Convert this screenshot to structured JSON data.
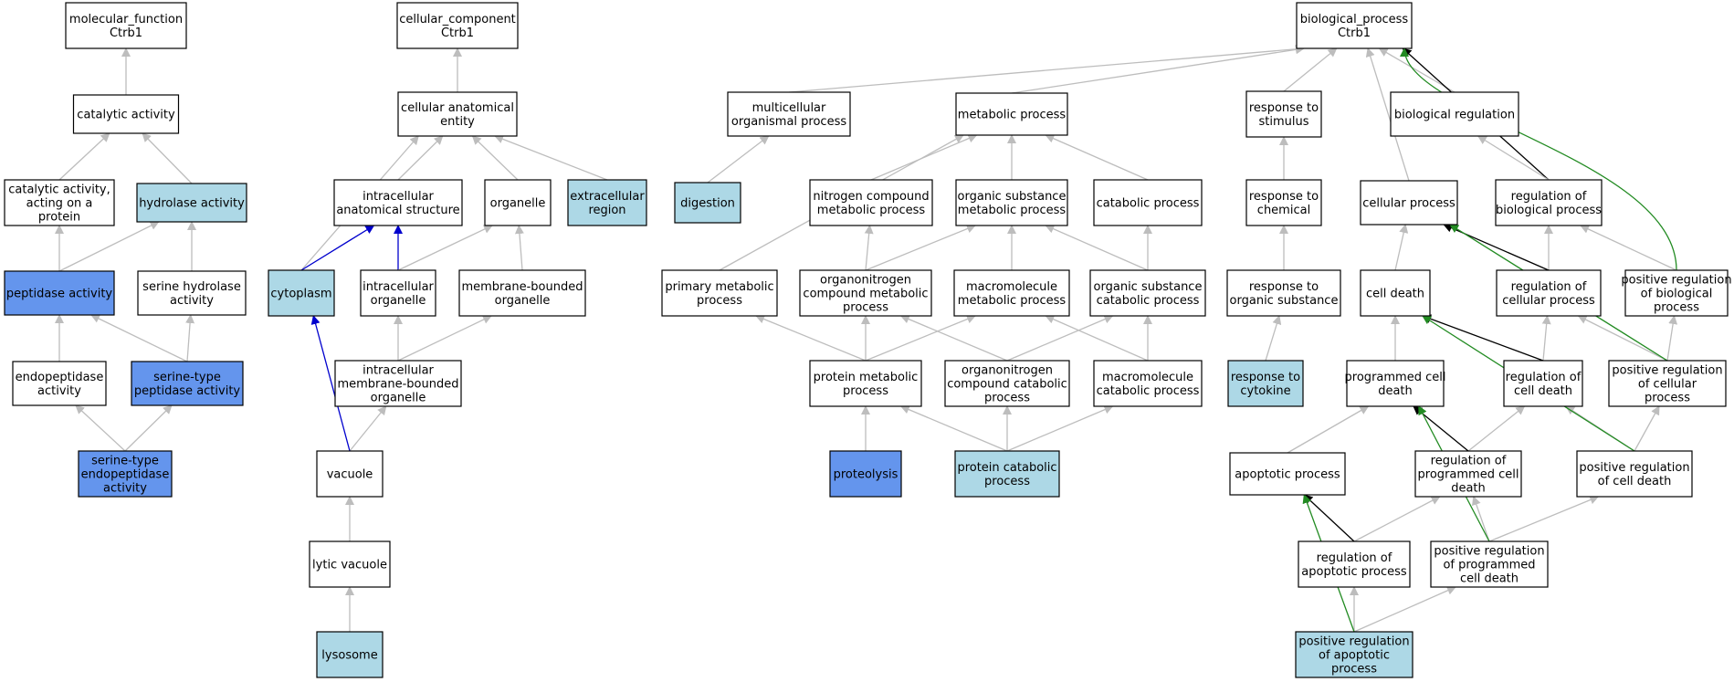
{
  "colors": {
    "default_fill": "#ffffff",
    "light_fill": "#add8e6",
    "strong_fill": "#6495ed",
    "is_a": "#bdbdbd",
    "part_of": "#0000cd",
    "regulates": "#000000",
    "positively_regulates": "#228b22"
  },
  "nodes": [
    {
      "id": "mf",
      "lines": [
        "molecular_function",
        "Ctrb1"
      ],
      "fill": "default"
    },
    {
      "id": "cat",
      "lines": [
        "catalytic activity"
      ],
      "fill": "default"
    },
    {
      "id": "catprot",
      "lines": [
        "catalytic activity,",
        "acting on a",
        "protein"
      ],
      "fill": "default"
    },
    {
      "id": "hydro",
      "lines": [
        "hydrolase activity"
      ],
      "fill": "light"
    },
    {
      "id": "pept",
      "lines": [
        "peptidase activity"
      ],
      "fill": "strong"
    },
    {
      "id": "serhyd",
      "lines": [
        "serine hydrolase",
        "activity"
      ],
      "fill": "default"
    },
    {
      "id": "endo",
      "lines": [
        "endopeptidase",
        "activity"
      ],
      "fill": "default"
    },
    {
      "id": "serpept",
      "lines": [
        "serine-type",
        "peptidase activity"
      ],
      "fill": "strong"
    },
    {
      "id": "serendo",
      "lines": [
        "serine-type",
        "endopeptidase",
        "activity"
      ],
      "fill": "strong"
    },
    {
      "id": "cc",
      "lines": [
        "cellular_component",
        "Ctrb1"
      ],
      "fill": "default"
    },
    {
      "id": "cae",
      "lines": [
        "cellular anatomical",
        "entity"
      ],
      "fill": "default"
    },
    {
      "id": "ias",
      "lines": [
        "intracellular",
        "anatomical structure"
      ],
      "fill": "default"
    },
    {
      "id": "organelle",
      "lines": [
        "organelle"
      ],
      "fill": "default"
    },
    {
      "id": "extra",
      "lines": [
        "extracellular",
        "region"
      ],
      "fill": "light"
    },
    {
      "id": "cyto",
      "lines": [
        "cytoplasm"
      ],
      "fill": "light"
    },
    {
      "id": "intorg",
      "lines": [
        "intracellular",
        "organelle"
      ],
      "fill": "default"
    },
    {
      "id": "mbo",
      "lines": [
        "membrane-bounded",
        "organelle"
      ],
      "fill": "default"
    },
    {
      "id": "imbo",
      "lines": [
        "intracellular",
        "membrane-bounded",
        "organelle"
      ],
      "fill": "default"
    },
    {
      "id": "vac",
      "lines": [
        "vacuole"
      ],
      "fill": "default"
    },
    {
      "id": "lytic",
      "lines": [
        "lytic vacuole"
      ],
      "fill": "default"
    },
    {
      "id": "lyso",
      "lines": [
        "lysosome"
      ],
      "fill": "light"
    },
    {
      "id": "bp",
      "lines": [
        "biological_process",
        "Ctrb1"
      ],
      "fill": "default"
    },
    {
      "id": "multi",
      "lines": [
        "multicellular",
        "organismal process"
      ],
      "fill": "default"
    },
    {
      "id": "digest",
      "lines": [
        "digestion"
      ],
      "fill": "light"
    },
    {
      "id": "meta",
      "lines": [
        "metabolic process"
      ],
      "fill": "default"
    },
    {
      "id": "nitro",
      "lines": [
        "nitrogen compound",
        "metabolic process"
      ],
      "fill": "default"
    },
    {
      "id": "orgsub",
      "lines": [
        "organic substance",
        "metabolic process"
      ],
      "fill": "default"
    },
    {
      "id": "catab",
      "lines": [
        "catabolic process"
      ],
      "fill": "default"
    },
    {
      "id": "prim",
      "lines": [
        "primary metabolic",
        "process"
      ],
      "fill": "default"
    },
    {
      "id": "onmeta",
      "lines": [
        "organonitrogen",
        "compound metabolic",
        "process"
      ],
      "fill": "default"
    },
    {
      "id": "macro",
      "lines": [
        "macromolecule",
        "metabolic process"
      ],
      "fill": "default"
    },
    {
      "id": "oscat",
      "lines": [
        "organic substance",
        "catabolic process"
      ],
      "fill": "default"
    },
    {
      "id": "protmeta",
      "lines": [
        "protein metabolic",
        "process"
      ],
      "fill": "default"
    },
    {
      "id": "oncat",
      "lines": [
        "organonitrogen",
        "compound catabolic",
        "process"
      ],
      "fill": "default"
    },
    {
      "id": "macrocat",
      "lines": [
        "macromolecule",
        "catabolic process"
      ],
      "fill": "default"
    },
    {
      "id": "proteo",
      "lines": [
        "proteolysis"
      ],
      "fill": "strong"
    },
    {
      "id": "protcat",
      "lines": [
        "protein catabolic",
        "process"
      ],
      "fill": "light"
    },
    {
      "id": "stim",
      "lines": [
        "response to",
        "stimulus"
      ],
      "fill": "default"
    },
    {
      "id": "chem",
      "lines": [
        "response to",
        "chemical"
      ],
      "fill": "default"
    },
    {
      "id": "orgresp",
      "lines": [
        "response to",
        "organic substance"
      ],
      "fill": "default"
    },
    {
      "id": "cytok",
      "lines": [
        "response to",
        "cytokine"
      ],
      "fill": "light"
    },
    {
      "id": "biorég",
      "lines": [
        "biological regulation"
      ],
      "fill": "default"
    },
    {
      "id": "cellproc",
      "lines": [
        "cellular process"
      ],
      "fill": "default"
    },
    {
      "id": "regbio",
      "lines": [
        "regulation of",
        "biological process"
      ],
      "fill": "default"
    },
    {
      "id": "celldeath",
      "lines": [
        "cell death"
      ],
      "fill": "default"
    },
    {
      "id": "regcell",
      "lines": [
        "regulation of",
        "cellular process"
      ],
      "fill": "default"
    },
    {
      "id": "posbio",
      "lines": [
        "positive regulation",
        "of biological",
        "process"
      ],
      "fill": "default"
    },
    {
      "id": "pcd",
      "lines": [
        "programmed cell",
        "death"
      ],
      "fill": "default"
    },
    {
      "id": "regcd",
      "lines": [
        "regulation of",
        "cell death"
      ],
      "fill": "default"
    },
    {
      "id": "poscell",
      "lines": [
        "positive regulation",
        "of cellular",
        "process"
      ],
      "fill": "default"
    },
    {
      "id": "apop",
      "lines": [
        "apoptotic process"
      ],
      "fill": "default"
    },
    {
      "id": "regpcd",
      "lines": [
        "regulation of",
        "programmed cell",
        "death"
      ],
      "fill": "default"
    },
    {
      "id": "poscd",
      "lines": [
        "positive regulation",
        "of cell death"
      ],
      "fill": "default"
    },
    {
      "id": "regapop",
      "lines": [
        "regulation of",
        "apoptotic process"
      ],
      "fill": "default"
    },
    {
      "id": "pospcd",
      "lines": [
        "positive regulation",
        "of programmed",
        "cell death"
      ],
      "fill": "default"
    },
    {
      "id": "posapop",
      "lines": [
        "positive regulation",
        "of apoptotic",
        "process"
      ],
      "fill": "light"
    }
  ],
  "edges": [
    {
      "from": "cat",
      "to": "mf",
      "type": "is_a"
    },
    {
      "from": "catprot",
      "to": "cat",
      "type": "is_a"
    },
    {
      "from": "hydro",
      "to": "cat",
      "type": "is_a"
    },
    {
      "from": "pept",
      "to": "catprot",
      "type": "is_a"
    },
    {
      "from": "pept",
      "to": "hydro",
      "type": "is_a"
    },
    {
      "from": "serhyd",
      "to": "hydro",
      "type": "is_a"
    },
    {
      "from": "endo",
      "to": "pept",
      "type": "is_a"
    },
    {
      "from": "serpept",
      "to": "pept",
      "type": "is_a"
    },
    {
      "from": "serpept",
      "to": "serhyd",
      "type": "is_a"
    },
    {
      "from": "serendo",
      "to": "endo",
      "type": "is_a"
    },
    {
      "from": "serendo",
      "to": "serpept",
      "type": "is_a"
    },
    {
      "from": "cae",
      "to": "cc",
      "type": "is_a"
    },
    {
      "from": "ias",
      "to": "cae",
      "type": "is_a"
    },
    {
      "from": "organelle",
      "to": "cae",
      "type": "is_a"
    },
    {
      "from": "extra",
      "to": "cae",
      "type": "is_a"
    },
    {
      "from": "cyto",
      "to": "cae",
      "type": "is_a"
    },
    {
      "from": "cyto",
      "to": "ias",
      "type": "part_of"
    },
    {
      "from": "intorg",
      "to": "ias",
      "type": "part_of"
    },
    {
      "from": "intorg",
      "to": "organelle",
      "type": "is_a"
    },
    {
      "from": "mbo",
      "to": "organelle",
      "type": "is_a"
    },
    {
      "from": "imbo",
      "to": "intorg",
      "type": "is_a"
    },
    {
      "from": "imbo",
      "to": "mbo",
      "type": "is_a"
    },
    {
      "from": "vac",
      "to": "imbo",
      "type": "is_a"
    },
    {
      "from": "vac",
      "to": "cyto",
      "type": "part_of"
    },
    {
      "from": "lytic",
      "to": "vac",
      "type": "is_a"
    },
    {
      "from": "lyso",
      "to": "lytic",
      "type": "is_a"
    },
    {
      "from": "multi",
      "to": "bp",
      "type": "is_a"
    },
    {
      "from": "meta",
      "to": "bp",
      "type": "is_a"
    },
    {
      "from": "stim",
      "to": "bp",
      "type": "is_a"
    },
    {
      "from": "cellproc",
      "to": "bp",
      "type": "is_a"
    },
    {
      "from": "biorég",
      "to": "bp",
      "type": "is_a"
    },
    {
      "from": "regbio",
      "to": "bp",
      "type": "regulates"
    },
    {
      "from": "posbio",
      "to": "bp",
      "type": "positively_regulates"
    },
    {
      "from": "digest",
      "to": "multi",
      "type": "is_a"
    },
    {
      "from": "nitro",
      "to": "meta",
      "type": "is_a"
    },
    {
      "from": "orgsub",
      "to": "meta",
      "type": "is_a"
    },
    {
      "from": "catab",
      "to": "meta",
      "type": "is_a"
    },
    {
      "from": "prim",
      "to": "meta",
      "type": "is_a"
    },
    {
      "from": "onmeta",
      "to": "nitro",
      "type": "is_a"
    },
    {
      "from": "onmeta",
      "to": "orgsub",
      "type": "is_a"
    },
    {
      "from": "macro",
      "to": "orgsub",
      "type": "is_a"
    },
    {
      "from": "oscat",
      "to": "orgsub",
      "type": "is_a"
    },
    {
      "from": "oscat",
      "to": "catab",
      "type": "is_a"
    },
    {
      "from": "protmeta",
      "to": "prim",
      "type": "is_a"
    },
    {
      "from": "protmeta",
      "to": "onmeta",
      "type": "is_a"
    },
    {
      "from": "protmeta",
      "to": "macro",
      "type": "is_a"
    },
    {
      "from": "oncat",
      "to": "onmeta",
      "type": "is_a"
    },
    {
      "from": "oncat",
      "to": "oscat",
      "type": "is_a"
    },
    {
      "from": "macrocat",
      "to": "macro",
      "type": "is_a"
    },
    {
      "from": "macrocat",
      "to": "oscat",
      "type": "is_a"
    },
    {
      "from": "proteo",
      "to": "protmeta",
      "type": "is_a"
    },
    {
      "from": "protcat",
      "to": "protmeta",
      "type": "is_a"
    },
    {
      "from": "protcat",
      "to": "oncat",
      "type": "is_a"
    },
    {
      "from": "protcat",
      "to": "macrocat",
      "type": "is_a"
    },
    {
      "from": "chem",
      "to": "stim",
      "type": "is_a"
    },
    {
      "from": "orgresp",
      "to": "chem",
      "type": "is_a"
    },
    {
      "from": "cytok",
      "to": "orgresp",
      "type": "is_a"
    },
    {
      "from": "regbio",
      "to": "biorég",
      "type": "is_a"
    },
    {
      "from": "celldeath",
      "to": "cellproc",
      "type": "is_a"
    },
    {
      "from": "regcell",
      "to": "regbio",
      "type": "is_a"
    },
    {
      "from": "regcell",
      "to": "cellproc",
      "type": "regulates"
    },
    {
      "from": "posbio",
      "to": "regbio",
      "type": "is_a"
    },
    {
      "from": "poscell",
      "to": "regcell",
      "type": "is_a"
    },
    {
      "from": "poscell",
      "to": "posbio",
      "type": "is_a"
    },
    {
      "from": "poscell",
      "to": "cellproc",
      "type": "positively_regulates"
    },
    {
      "from": "pcd",
      "to": "celldeath",
      "type": "is_a"
    },
    {
      "from": "regcd",
      "to": "regcell",
      "type": "is_a"
    },
    {
      "from": "regcd",
      "to": "celldeath",
      "type": "regulates"
    },
    {
      "from": "poscd",
      "to": "regcd",
      "type": "is_a"
    },
    {
      "from": "poscd",
      "to": "poscell",
      "type": "is_a"
    },
    {
      "from": "poscd",
      "to": "celldeath",
      "type": "positively_regulates"
    },
    {
      "from": "apop",
      "to": "pcd",
      "type": "is_a"
    },
    {
      "from": "regpcd",
      "to": "regcd",
      "type": "is_a"
    },
    {
      "from": "regpcd",
      "to": "pcd",
      "type": "regulates"
    },
    {
      "from": "pospcd",
      "to": "regpcd",
      "type": "is_a"
    },
    {
      "from": "pospcd",
      "to": "poscd",
      "type": "is_a"
    },
    {
      "from": "pospcd",
      "to": "pcd",
      "type": "positively_regulates"
    },
    {
      "from": "regapop",
      "to": "regpcd",
      "type": "is_a"
    },
    {
      "from": "regapop",
      "to": "apop",
      "type": "regulates"
    },
    {
      "from": "posapop",
      "to": "regapop",
      "type": "is_a"
    },
    {
      "from": "posapop",
      "to": "pospcd",
      "type": "is_a"
    },
    {
      "from": "posapop",
      "to": "apop",
      "type": "positively_regulates"
    }
  ]
}
